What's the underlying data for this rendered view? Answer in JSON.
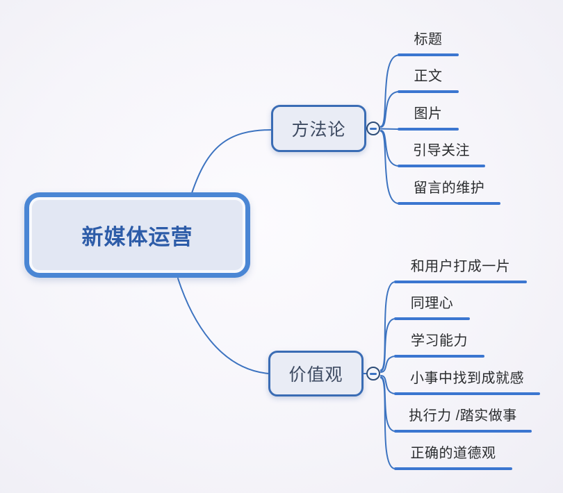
{
  "colors": {
    "background": "#f6f5fa",
    "line_blue": "#3c73c0",
    "underline_blue": "#3b76d0",
    "central_border": "#4a86d4",
    "central_fill": "#e2e7f3",
    "central_text": "#2d5ca8",
    "branch_border": "#3a6cb4",
    "branch_fill": "#e9ecf5",
    "branch_text": "#3d4a61",
    "child_text": "#2a2c2e",
    "collapse_border": "#2e4d78"
  },
  "mindmap": {
    "root": {
      "label": "新媒体运营"
    },
    "branches": [
      {
        "label": "方法论",
        "collapse_state": "expanded",
        "children": [
          {
            "label": "标题"
          },
          {
            "label": "正文"
          },
          {
            "label": "图片"
          },
          {
            "label": "引导关注"
          },
          {
            "label": "留言的维护"
          }
        ]
      },
      {
        "label": "价值观",
        "collapse_state": "expanded",
        "children": [
          {
            "label": "和用户打成一片"
          },
          {
            "label": "同理心"
          },
          {
            "label": "学习能力"
          },
          {
            "label": "小事中找到成就感"
          },
          {
            "label": "执行力 /踏实做事"
          },
          {
            "label": "正确的道德观"
          }
        ]
      }
    ]
  }
}
